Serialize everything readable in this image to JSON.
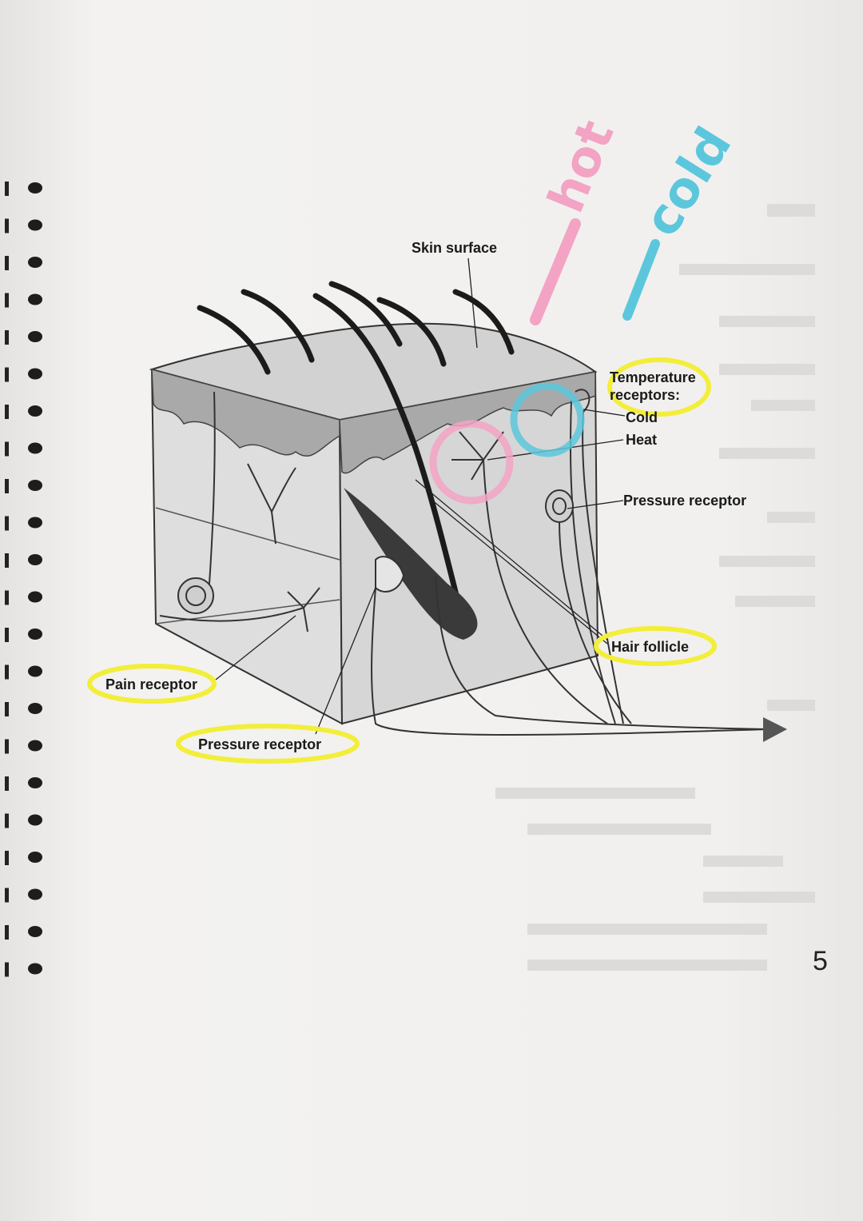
{
  "diagram": {
    "labels": {
      "skin_surface": "Skin surface",
      "temperature_receptors_line1": "Temperature",
      "temperature_receptors_line2": "receptors:",
      "cold": "Cold",
      "heat": "Heat",
      "pressure_receptor_right": "Pressure receptor",
      "hair_follicle": "Hair follicle",
      "pain_receptor": "Pain receptor",
      "pressure_receptor_bottom": "Pressure receptor"
    },
    "annotations": {
      "hot": "hot",
      "cold": "cold"
    }
  },
  "page_number": "5",
  "colors": {
    "highlight_yellow": "#f2ee3a",
    "pink_marker": "#f3a3c4",
    "cyan_marker": "#5cc7dc",
    "skin_grey": "#bdbdbd"
  }
}
